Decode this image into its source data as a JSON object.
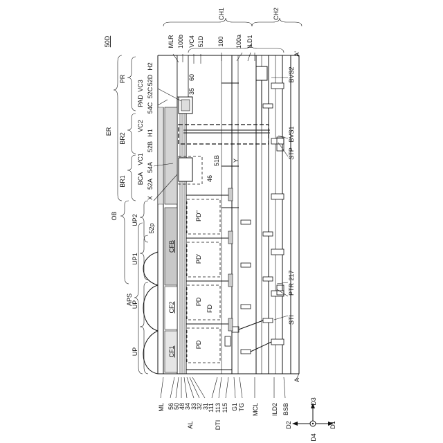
{
  "figure_label": "50D",
  "top_labels": [
    "APS",
    "UP",
    "UP",
    "OB",
    "UP1",
    "UP2",
    "ER",
    "BR1",
    "BR2",
    "PR"
  ],
  "right_top_labels": [
    "CH1",
    "CH2"
  ],
  "left_labels": [
    "ML",
    "56",
    "50",
    "48",
    "34",
    "33",
    "32",
    "31",
    "AL",
    "111",
    "113",
    "115",
    "DTI",
    "G1",
    "TG",
    "MCL",
    "ILD2",
    "BSB"
  ],
  "pad_labels": [
    "X",
    "BCA",
    "52A",
    "54A",
    "VC1",
    "52B",
    "H1",
    "VC2",
    "54C",
    "52C",
    "PAD",
    "VC3",
    "52D",
    "H2",
    "MLR",
    "100b",
    "VC4",
    "51D",
    "100",
    "100a",
    "ILD1"
  ],
  "inner_labels": [
    "CF1",
    "CF2",
    "CFB",
    "52p",
    "PD",
    "PD",
    "PD'",
    "PD''",
    "FD",
    "46",
    "51B",
    "Y",
    "35",
    "60"
  ],
  "right_labels": [
    "A",
    "A'",
    "STI",
    "PTR",
    "217",
    "STP",
    "BVS1",
    "BVS2"
  ],
  "axis_labels": [
    "D1",
    "D2",
    "D3",
    "D4"
  ]
}
